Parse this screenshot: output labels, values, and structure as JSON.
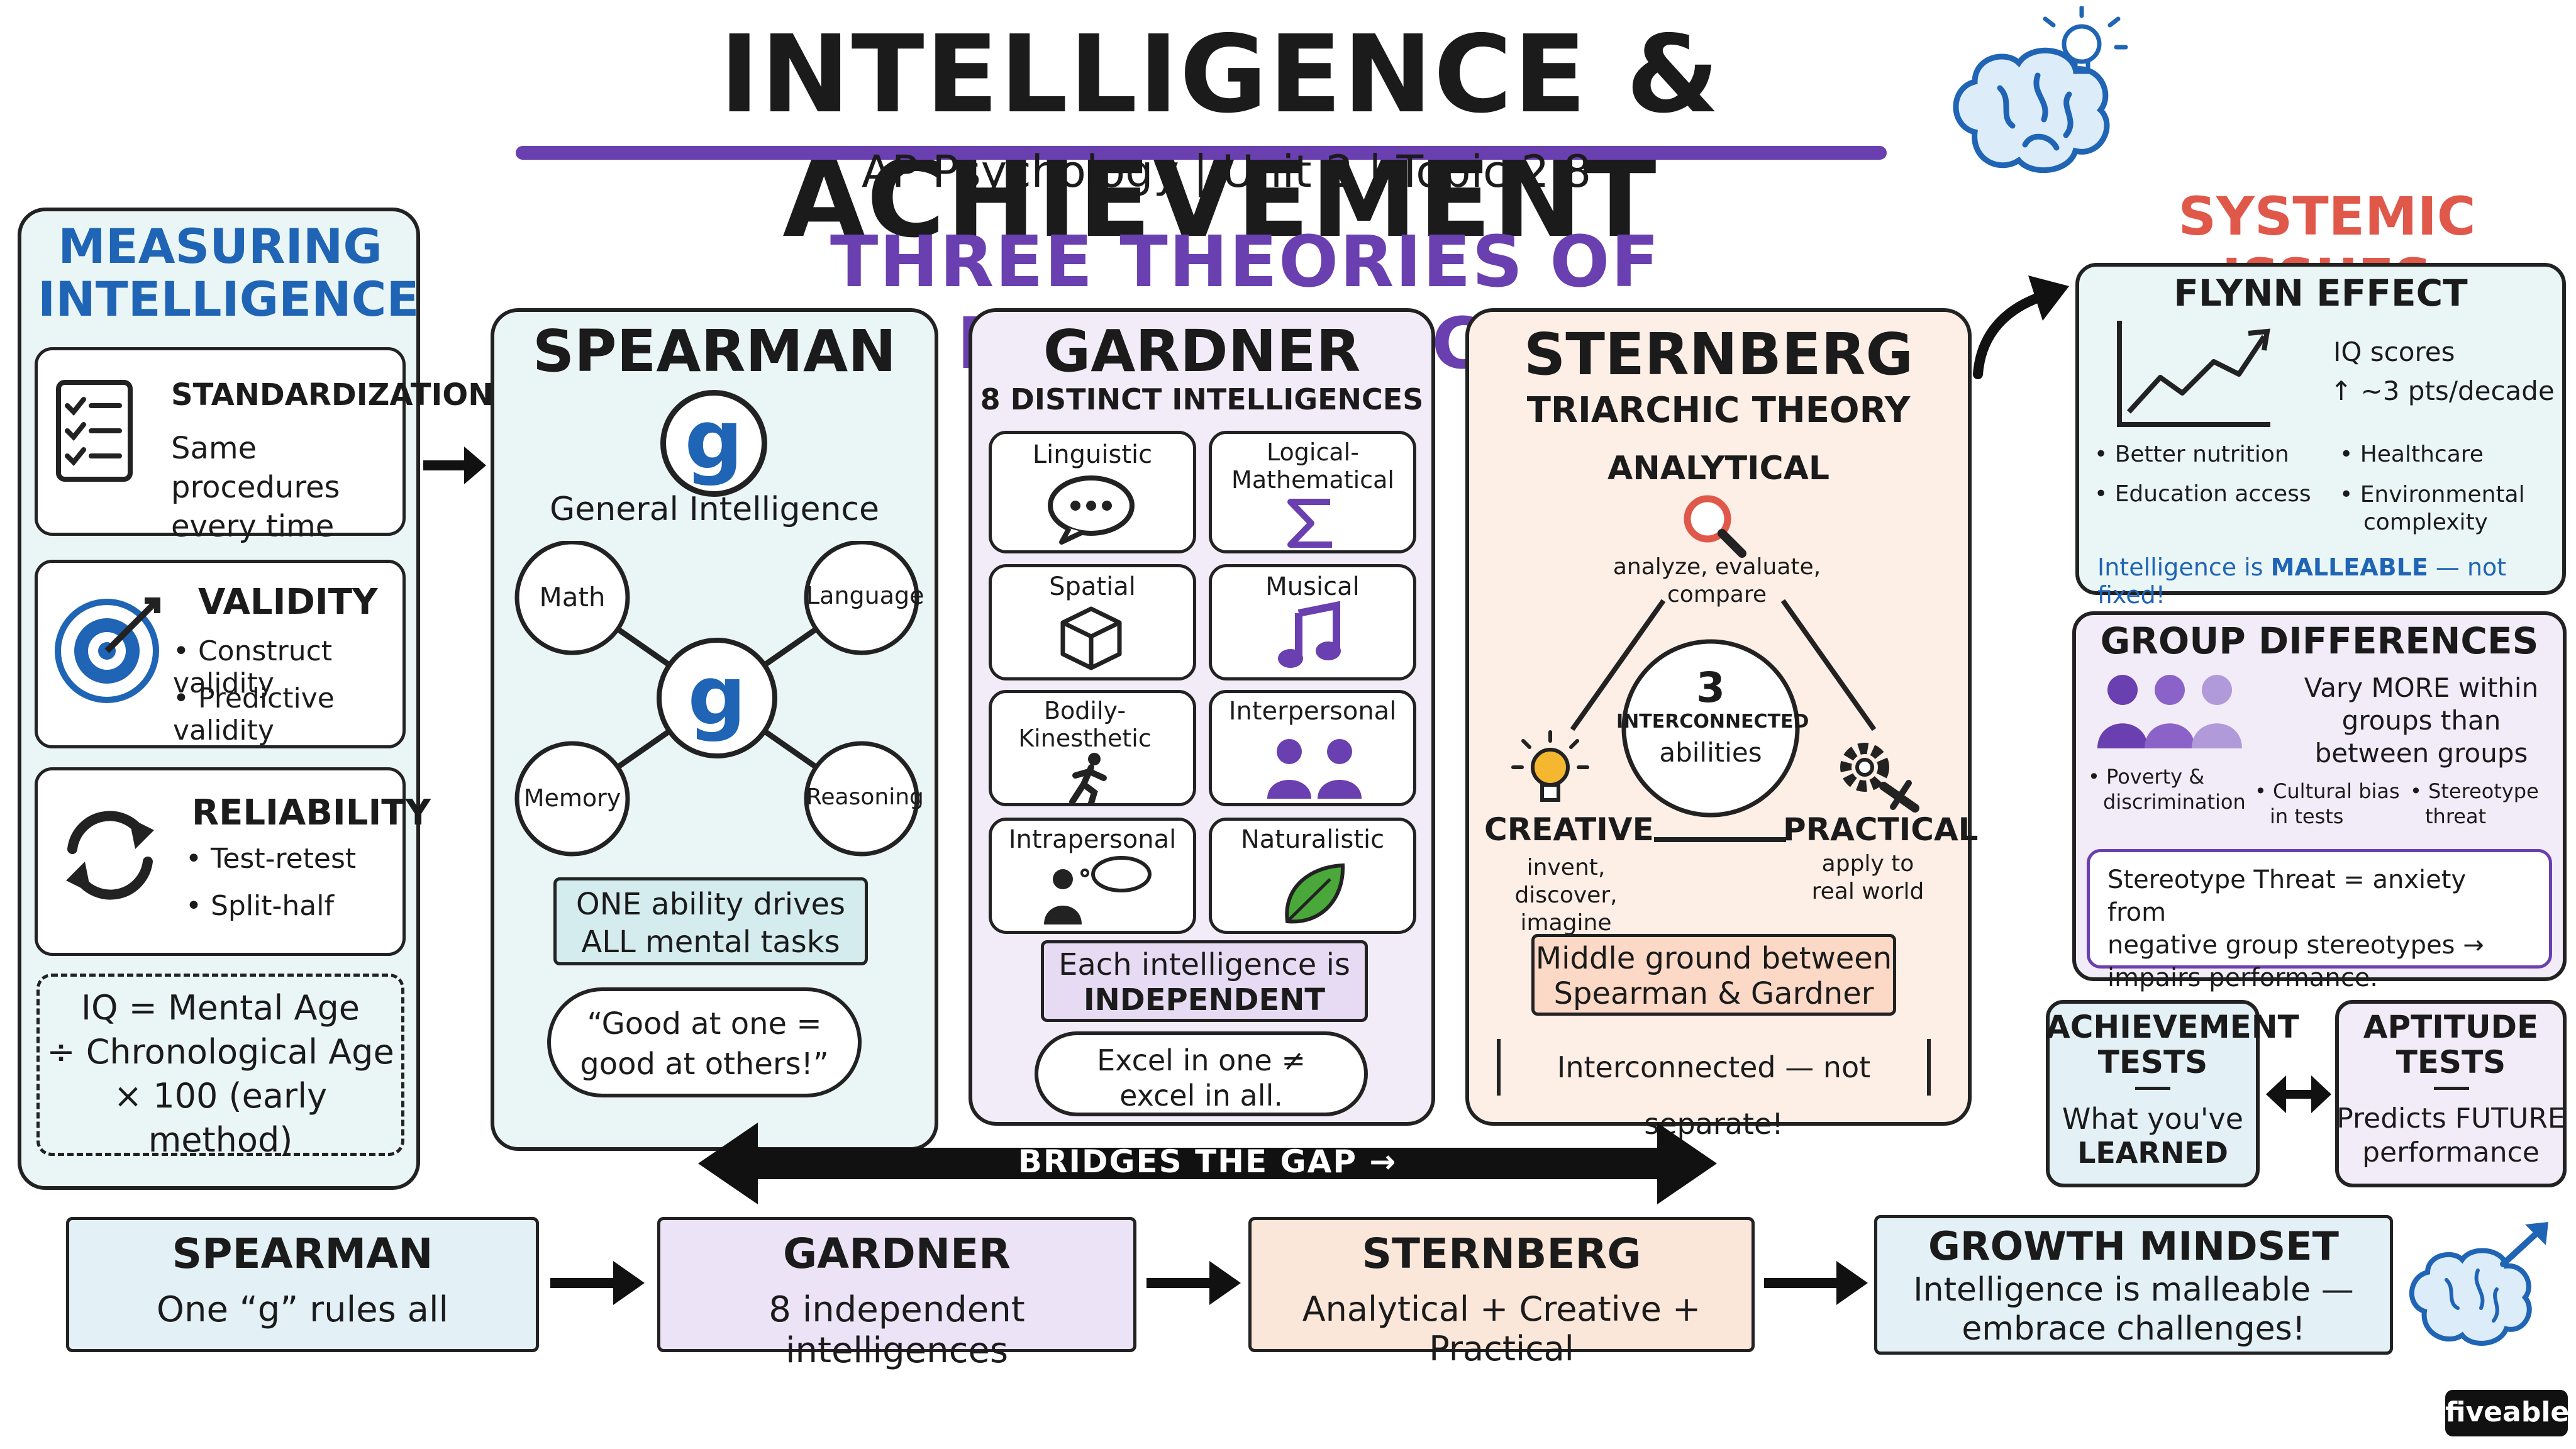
{
  "header": {
    "title": "INTELLIGENCE & ACHIEVEMENT",
    "subtitle": "AP Psychology | Unit 2 | Topic 2.8",
    "theories_heading": "THREE THEORIES OF INTELLIGENCE"
  },
  "measuring": {
    "title": "MEASURING INTELLIGENCE",
    "standardization": {
      "title": "STANDARDIZATION",
      "text": "Same procedures every time"
    },
    "validity": {
      "title": "VALIDITY",
      "items": [
        "Construct validity",
        "Predictive validity"
      ]
    },
    "reliability": {
      "title": "RELIABILITY",
      "items": [
        "Test-retest",
        "Split-half"
      ]
    },
    "iq_formula": {
      "line1": "IQ = Mental Age",
      "line2": "÷ Chronological Age",
      "line3": "× 100 (early method)"
    }
  },
  "spearman": {
    "title": "SPEARMAN",
    "g": "g",
    "subtitle": "General Intelligence",
    "nodes": [
      "Math",
      "Language",
      "Memory",
      "Reasoning"
    ],
    "banner_line1": "ONE ability drives",
    "banner_line2": "ALL mental tasks",
    "bubble_line1": "“Good at one =",
    "bubble_line2": "good at others!”"
  },
  "gardner": {
    "title": "GARDNER",
    "subtitle": "8 DISTINCT INTELLIGENCES",
    "intelligences": [
      {
        "label": "Linguistic",
        "icon": "speech-bubble-icon"
      },
      {
        "label": "Logical-Mathematical",
        "icon": "sigma-icon"
      },
      {
        "label": "Spatial",
        "icon": "cube-icon"
      },
      {
        "label": "Musical",
        "icon": "music-note-icon"
      },
      {
        "label": "Bodily-Kinesthetic",
        "icon": "runner-icon"
      },
      {
        "label": "Interpersonal",
        "icon": "people-icon"
      },
      {
        "label": "Intrapersonal",
        "icon": "thinking-person-icon"
      },
      {
        "label": "Naturalistic",
        "icon": "leaf-icon"
      }
    ],
    "banner_line1": "Each intelligence is",
    "banner_line2": "INDEPENDENT",
    "cloud_line1": "Excel in one ≠",
    "cloud_line2": "excel in all."
  },
  "sternberg": {
    "title": "STERNBERG",
    "subtitle": "TRIARCHIC THEORY",
    "analytical": {
      "title": "ANALYTICAL",
      "desc": "analyze, evaluate, compare"
    },
    "creative": {
      "title": "CREATIVE",
      "desc": "invent, discover, imagine"
    },
    "practical": {
      "title": "PRACTICAL",
      "desc": "apply to real world"
    },
    "center_num": "3",
    "center_line1": "INTERCONNECTED",
    "center_line2": "abilities",
    "banner_line1": "Middle ground between",
    "banner_line2": "Spearman & Gardner",
    "note": "Interconnected — not separate!"
  },
  "bridge": {
    "label": "BRIDGES THE GAP →"
  },
  "systemic": {
    "title": "SYSTEMIC ISSUES",
    "flynn": {
      "title": "FLYNN EFFECT",
      "stat_line1": "IQ scores",
      "stat_line2": "↑ ~3 pts/decade",
      "bullets": [
        "Better nutrition",
        "Healthcare",
        "Education access",
        "Environmental complexity"
      ],
      "footer_prefix": "Intelligence is ",
      "footer_emph": "MALLEABLE",
      "footer_suffix": " — not fixed!"
    },
    "group": {
      "title": "GROUP DIFFERENCES",
      "text_line1": "Vary MORE within",
      "text_line2": "groups than",
      "text_line3": "between groups",
      "bullets": [
        "Poverty & discrimination",
        "Cultural bias in tests",
        "Stereotype threat"
      ],
      "stereotype_line1": "Stereotype Threat = anxiety from",
      "stereotype_line2": "negative group stereotypes →",
      "stereotype_line3": "impairs performance."
    }
  },
  "tests": {
    "achievement": {
      "title_line1": "ACHIEVEMENT",
      "title_line2": "TESTS",
      "desc_line1": "What you've",
      "desc_line2": "LEARNED"
    },
    "aptitude": {
      "title_line1": "APTITUDE",
      "title_line2": "TESTS",
      "desc_line1": "Predicts FUTURE",
      "desc_line2": "performance"
    }
  },
  "summary": [
    {
      "title": "SPEARMAN",
      "desc": "One “g” rules all"
    },
    {
      "title": "GARDNER",
      "desc": "8 independent intelligences"
    },
    {
      "title": "STERNBERG",
      "desc": "Analytical + Creative + Practical"
    },
    {
      "title": "GROWTH MINDSET",
      "desc_line1": "Intelligence is malleable —",
      "desc_line2": "embrace challenges!"
    }
  ],
  "brand": "fiveable",
  "colors": {
    "purple": "#6a3fb0",
    "blue": "#1f64b5",
    "red": "#e0584a",
    "mint_bg": "#eaf6f5",
    "lavender_bg": "#f2ecf8",
    "peach_bg": "#fdeee6",
    "summary_blue": "#e3f1f7"
  }
}
